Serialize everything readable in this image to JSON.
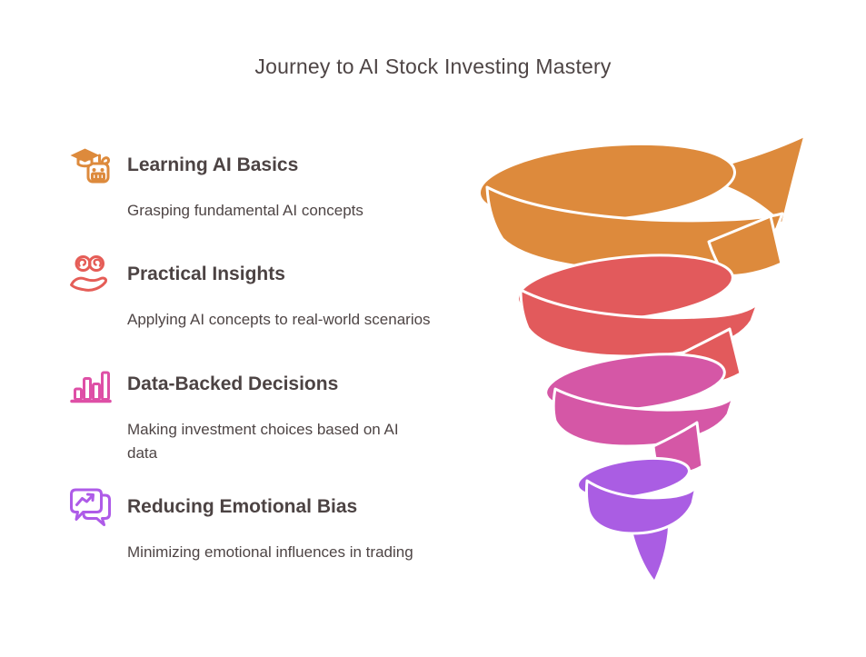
{
  "title": "Journey to AI Stock Investing Mastery",
  "steps": [
    {
      "heading": "Learning AI Basics",
      "description": "Grasping fundamental AI concepts",
      "icon": "robot-graduate-icon",
      "color": "#dd8a3c"
    },
    {
      "heading": "Practical Insights",
      "description": "Applying AI concepts to real-world scenarios",
      "icon": "hand-brain-icon",
      "color": "#e55d57"
    },
    {
      "heading": "Data-Backed Decisions",
      "description": "Making investment choices based on AI\ndata",
      "icon": "bar-chart-icon",
      "color": "#de4fa6"
    },
    {
      "heading": "Reducing Emotional Bias",
      "description": "Minimizing emotional influences in trading",
      "icon": "chat-trend-arrow-icon",
      "color": "#ae5be8"
    }
  ],
  "funnel": {
    "type": "spiral-funnel",
    "bands": [
      {
        "order": 1,
        "color": "#dd8a3c"
      },
      {
        "order": 2,
        "color": "#e25a5c"
      },
      {
        "order": 3,
        "color": "#d557a6"
      },
      {
        "order": 4,
        "color": "#aa5de3"
      }
    ]
  },
  "colors": {
    "background": "#ffffff",
    "title_text": "#4e4545",
    "heading_text": "#4c4343",
    "body_text": "#4e4545",
    "separator": "#ffffff"
  }
}
